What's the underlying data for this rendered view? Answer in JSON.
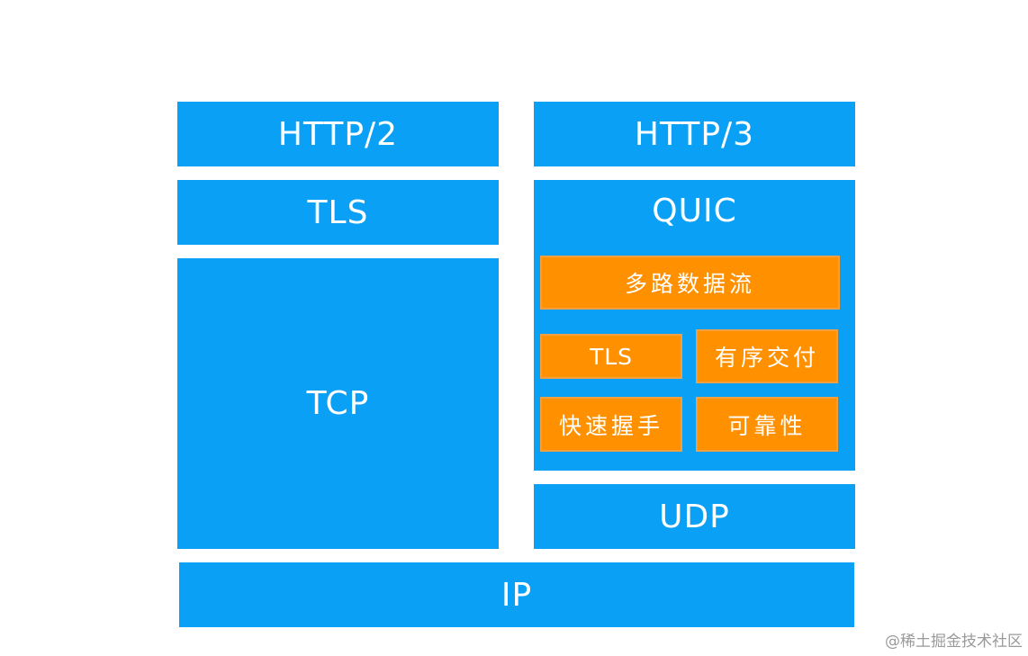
{
  "diagram": {
    "left_stack": {
      "http2": "HTTP/2",
      "tls": "TLS",
      "tcp": "TCP"
    },
    "right_stack": {
      "http3": "HTTP/3",
      "quic": {
        "title": "QUIC",
        "features": {
          "multiplexed_streams": "多路数据流",
          "tls": "TLS",
          "ordered_delivery": "有序交付",
          "fast_handshake": "快速握手",
          "reliability": "可靠性"
        }
      },
      "udp": "UDP"
    },
    "ip": "IP"
  },
  "watermark": "@稀土掘金技术社区",
  "colors": {
    "layer_blue": "#0aa0f5",
    "feature_orange": "#ff9100",
    "background": "#ffffff"
  }
}
